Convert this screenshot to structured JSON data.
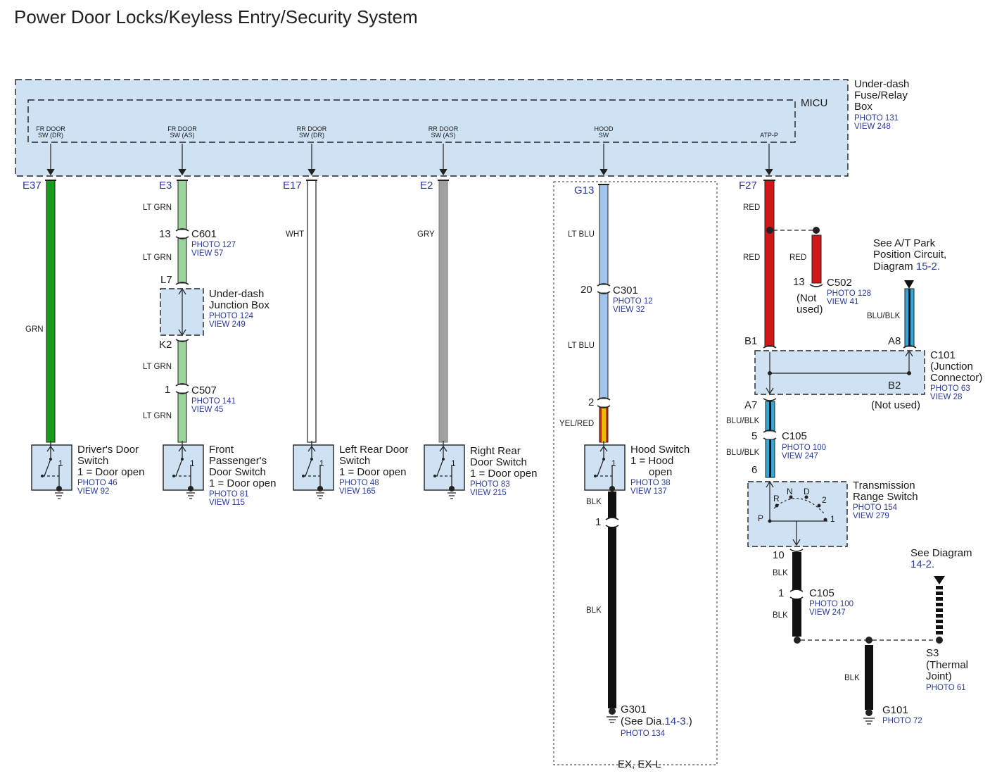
{
  "title": "Power Door Locks/Keyless Entry/Security System",
  "micu": {
    "box_label": [
      "Under-dash",
      "Fuse/Relay",
      "Box"
    ],
    "photo": "PHOTO 131",
    "view": "VIEW 248",
    "module": "MICU",
    "terminals": [
      [
        "FR DOOR",
        "SW (DR)"
      ],
      [
        "FR DOOR",
        "SW (AS)"
      ],
      [
        "RR DOOR",
        "SW (DR)"
      ],
      [
        "RR DOOR",
        "SW (AS)"
      ],
      [
        "HOOD",
        "SW"
      ],
      [
        "ATP-P"
      ]
    ],
    "pins": [
      "E37",
      "E3",
      "E17",
      "E2",
      "G13",
      "F27"
    ]
  },
  "wire_colors": {
    "grn": "GRN",
    "lt_grn": "LT GRN",
    "wht": "WHT",
    "gry": "GRY",
    "lt_blu": "LT BLU",
    "yel_red": "YEL/RED",
    "blk": "BLK",
    "red": "RED",
    "blu_blk": "BLU/BLK"
  },
  "colors": {
    "box_fill": "#cfe2f3",
    "grn": "#1a9a1a",
    "lt_grn": "#9dd39d",
    "gry": "#a0a0a0",
    "lt_blu": "#a4c4ec",
    "red": "#d01818",
    "blu_blk": "#35a6d6",
    "blk": "#111111",
    "photo_text": "#2a3a9a"
  },
  "connectors": {
    "c601": {
      "pin": "13",
      "name": "C601",
      "photo": "PHOTO 127",
      "view": "VIEW 57"
    },
    "c507": {
      "pin": "1",
      "name": "C507",
      "photo": "PHOTO 141",
      "view": "VIEW 45"
    },
    "c301": {
      "pin": "20",
      "name": "C301",
      "photo": "PHOTO 12",
      "view": "VIEW 32"
    },
    "c502": {
      "pin": "13",
      "name": "C502",
      "photo": "PHOTO 128",
      "view": "VIEW 41",
      "note": [
        "(Not",
        "used)"
      ]
    },
    "c105a": {
      "pin1": "5",
      "pin2": "6",
      "name": "C105",
      "photo": "PHOTO 100",
      "view": "VIEW 247"
    },
    "c105b": {
      "pin1": "10",
      "pin2": "1",
      "name": "C105",
      "photo": "PHOTO 100",
      "view": "VIEW 247"
    },
    "c101": {
      "name": [
        "C101",
        "(Junction",
        "Connector)"
      ],
      "photo": "PHOTO 63",
      "view": "VIEW 28",
      "pin_b1": "B1",
      "pin_a8": "A8",
      "pin_b2": "B2",
      "pin_a7": "A7",
      "not_used": "(Not used)"
    }
  },
  "junction_box": {
    "name": [
      "Under-dash",
      "Junction Box"
    ],
    "photo": "PHOTO 124",
    "view": "VIEW 249",
    "pin_top": "L7",
    "pin_bottom": "K2"
  },
  "switches": {
    "driver": {
      "name": [
        "Driver's Door",
        "Switch"
      ],
      "state": "1 = Door open",
      "photo": "PHOTO 46",
      "view": "VIEW 92",
      "pos": "1"
    },
    "front_pass": {
      "name": [
        "Front",
        "Passenger's",
        "Door Switch"
      ],
      "state": "1 = Door open",
      "photo": "PHOTO 81",
      "view": "VIEW 115",
      "pos": "1"
    },
    "left_rear": {
      "name": [
        "Left Rear Door",
        "Switch"
      ],
      "state": "1 = Door open",
      "photo": "PHOTO 48",
      "view": "VIEW 165",
      "pos": "1"
    },
    "right_rear": {
      "name": [
        "Right Rear",
        "Door Switch"
      ],
      "state": "1 = Door open",
      "photo": "PHOTO 83",
      "view": "VIEW 215",
      "pos": "1"
    },
    "hood": {
      "name": [
        "Hood Switch",
        "1 = Hood",
        "open"
      ],
      "photo": "PHOTO 38",
      "view": "VIEW 137",
      "pos": "1"
    }
  },
  "hood_circuit": {
    "pin_bottom": "2",
    "blk_pin": "1",
    "ground": "G301",
    "see_text": "(See Dia.",
    "see_link": "14-3.",
    "see_close": ")",
    "photo": "PHOTO 134",
    "option_label": "EX, EX-L"
  },
  "at_park": {
    "lines": [
      "See A/T Park",
      "Position Circuit,"
    ],
    "diagram": "Diagram ",
    "diagram_link": "15-2."
  },
  "trans_switch": {
    "name": [
      "Transmission",
      "Range Switch"
    ],
    "photo": "PHOTO 154",
    "view": "VIEW 279",
    "positions": [
      "P",
      "R",
      "N",
      "D",
      "2",
      "1"
    ]
  },
  "see_diagram": {
    "text": "See Diagram",
    "link": "14-2."
  },
  "s3": {
    "name": [
      "S3",
      "(Thermal",
      "Joint)"
    ],
    "photo": "PHOTO 61"
  },
  "g101": {
    "name": "G101",
    "photo": "PHOTO 72"
  }
}
